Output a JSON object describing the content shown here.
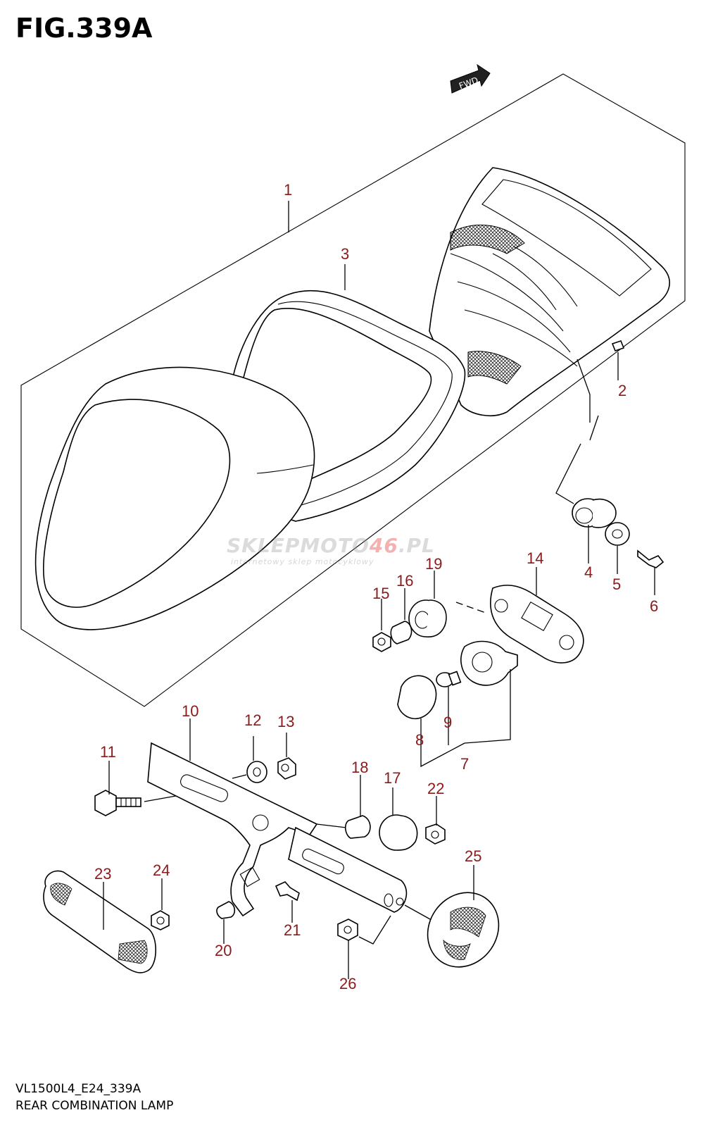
{
  "figure_title": "FIG.339A",
  "fwd_label": "FWD",
  "model_code": "VL1500L4_E24_339A",
  "caption": "REAR COMBINATION LAMP",
  "watermark": {
    "brand_a": "SKLEPMOTO",
    "brand_b": "46",
    "brand_c": ".PL",
    "tagline": "internetowy sklep motocyklowy"
  },
  "colors": {
    "callout": "#8b1a1a",
    "line": "#000000"
  },
  "callouts": [
    {
      "id": "1",
      "label": "1"
    },
    {
      "id": "2",
      "label": "2"
    },
    {
      "id": "3",
      "label": "3"
    },
    {
      "id": "4",
      "label": "4"
    },
    {
      "id": "5",
      "label": "5"
    },
    {
      "id": "6",
      "label": "6"
    },
    {
      "id": "7",
      "label": "7"
    },
    {
      "id": "8",
      "label": "8"
    },
    {
      "id": "9",
      "label": "9"
    },
    {
      "id": "10",
      "label": "10"
    },
    {
      "id": "11",
      "label": "11"
    },
    {
      "id": "12",
      "label": "12"
    },
    {
      "id": "13",
      "label": "13"
    },
    {
      "id": "14",
      "label": "14"
    },
    {
      "id": "15",
      "label": "15"
    },
    {
      "id": "16",
      "label": "16"
    },
    {
      "id": "17",
      "label": "17"
    },
    {
      "id": "18",
      "label": "18"
    },
    {
      "id": "19",
      "label": "19"
    },
    {
      "id": "20",
      "label": "20"
    },
    {
      "id": "21",
      "label": "21"
    },
    {
      "id": "22",
      "label": "22"
    },
    {
      "id": "23",
      "label": "23"
    },
    {
      "id": "24",
      "label": "24"
    },
    {
      "id": "25",
      "label": "25"
    },
    {
      "id": "26",
      "label": "26"
    }
  ]
}
